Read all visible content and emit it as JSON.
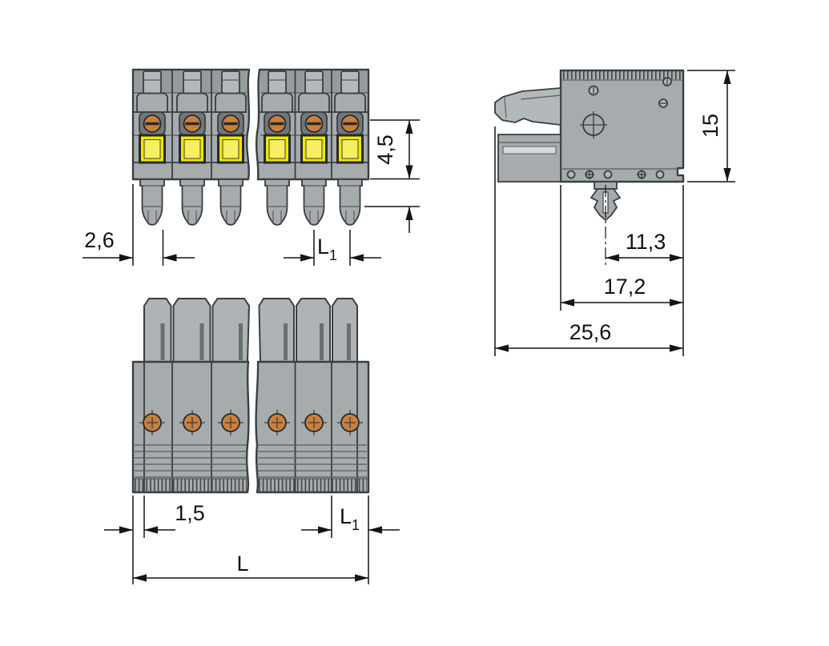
{
  "drawing": {
    "type": "technical-dimension-drawing",
    "subject": "pluggable-terminal-block-connector",
    "views": {
      "front": "front-view",
      "side": "side-view",
      "bottom": "bottom-view"
    }
  },
  "dimensions": {
    "front_edge_offset": "2,6",
    "front_button_height": "4,5",
    "front_pitch_main": "L",
    "front_pitch_sub": "1",
    "side_height": "15",
    "side_latch_offset": "11,3",
    "side_body_depth": "17,2",
    "side_total_depth": "25,6",
    "bottom_wall_offset": "1,5",
    "bottom_pitch_main": "L",
    "bottom_pitch_sub": "1",
    "bottom_total_length": "L"
  },
  "colors": {
    "background": "#ffffff",
    "body_gray": "#a6abad",
    "body_gray_light": "#b3b8ba",
    "body_gray_dark": "#8f9597",
    "outline": "#3a3e40",
    "button_yellow": "#f3e600",
    "contact_copper": "#c9803e",
    "dimension_ink": "#141414"
  }
}
